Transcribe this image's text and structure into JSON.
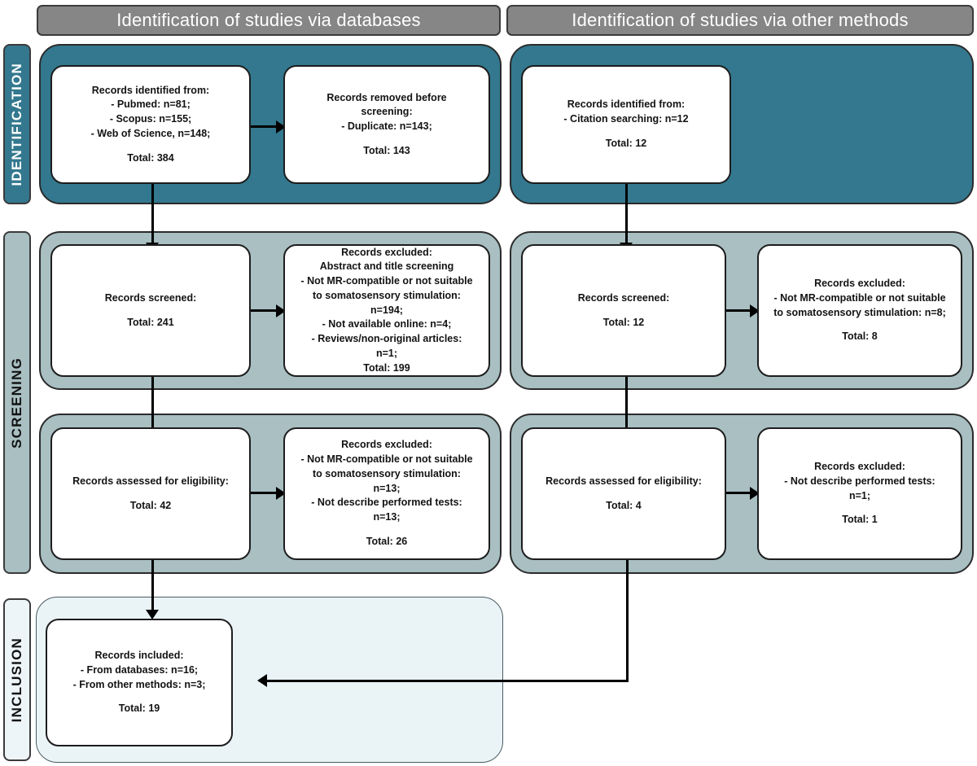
{
  "figure": {
    "type": "prisma-flow-diagram",
    "title": "PRISMA 2020 flow diagram"
  },
  "columns": {
    "databases_header": "Identification of studies via databases",
    "other_header": "Identification of studies via other methods"
  },
  "stages": [
    {
      "key": "identification",
      "label": "IDENTIFICATION",
      "color": "#33788f"
    },
    {
      "key": "screening",
      "label": "SCREENING",
      "color": "#a9bfc2"
    },
    {
      "key": "inclusion",
      "label": "INCLUSION",
      "color": "#eef5f8"
    }
  ],
  "boxes": {
    "db_identified": {
      "name": "records-identified-databases",
      "lines": [
        "Records identified from:",
        "- Pubmed: n=81;",
        "- Scopus: n=155;",
        "- Web of Science, n=148;",
        "",
        "Total: 384"
      ]
    },
    "db_removed": {
      "name": "records-removed-before-screening",
      "lines": [
        "Records removed before",
        "screening:",
        "- Duplicate: n=143;",
        "",
        "Total: 143"
      ]
    },
    "other_identified": {
      "name": "records-identified-other-methods",
      "lines": [
        "Records identified from:",
        "- Citation searching: n=12",
        "",
        "Total: 12"
      ]
    },
    "db_screened": {
      "name": "records-screened-databases",
      "lines": [
        "Records screened:",
        "",
        "Total: 241"
      ]
    },
    "db_excluded_screening": {
      "name": "records-excluded-screening-databases",
      "lines": [
        "Records excluded:",
        "Abstract and title screening",
        "- Not MR-compatible or not suitable",
        "to somatosensory stimulation:",
        "n=194;",
        "- Not available online: n=4;",
        "- Reviews/non-original articles:",
        "n=1;",
        "Total: 199"
      ]
    },
    "other_screened": {
      "name": "records-screened-other-methods",
      "lines": [
        "Records screened:",
        "",
        "Total: 12"
      ]
    },
    "other_excluded_screening": {
      "name": "records-excluded-screening-other-methods",
      "lines": [
        "Records excluded:",
        "- Not MR-compatible or not suitable",
        "to somatosensory stimulation: n=8;",
        "",
        "Total: 8"
      ]
    },
    "db_eligibility": {
      "name": "records-assessed-eligibility-databases",
      "lines": [
        "Records assessed for eligibility:",
        "",
        "Total: 42"
      ]
    },
    "db_excluded_eligibility": {
      "name": "records-excluded-eligibility-databases",
      "lines": [
        "Records excluded:",
        "- Not MR-compatible or not suitable",
        "to somatosensory stimulation:",
        "n=13;",
        "-    Not describe performed tests:",
        "n=13;",
        "",
        "Total: 26"
      ]
    },
    "other_eligibility": {
      "name": "records-assessed-eligibility-other-methods",
      "lines": [
        "Records assessed for eligibility:",
        "",
        "Total: 4"
      ]
    },
    "other_excluded_eligibility": {
      "name": "records-excluded-eligibility-other-methods",
      "lines": [
        "Records excluded:",
        "- Not describe performed tests:",
        "n=1;",
        "",
        "Total: 1"
      ]
    },
    "included": {
      "name": "records-included",
      "lines": [
        "Records included:",
        "- From databases: n=16;",
        "- From other methods: n=3;",
        "",
        "Total: 19"
      ]
    }
  },
  "chart_data": {
    "type": "diagram",
    "title": "PRISMA 2020 flow of information through the review",
    "nodes": [
      {
        "id": "db_identified",
        "stage": "Identification",
        "source": "databases",
        "total": 384,
        "breakdown": {
          "Pubmed": 81,
          "Scopus": 155,
          "Web of Science": 148
        }
      },
      {
        "id": "db_removed",
        "stage": "Identification",
        "source": "databases",
        "total": 143,
        "breakdown": {
          "Duplicate": 143
        }
      },
      {
        "id": "other_identified",
        "stage": "Identification",
        "source": "other methods",
        "total": 12,
        "breakdown": {
          "Citation searching": 12
        }
      },
      {
        "id": "db_screened",
        "stage": "Screening",
        "source": "databases",
        "total": 241
      },
      {
        "id": "db_excluded_screening",
        "stage": "Screening",
        "source": "databases",
        "total": 199,
        "breakdown": {
          "Not MR-compatible or not suitable to somatosensory stimulation": 194,
          "Not available online": 4,
          "Reviews/non-original articles": 1
        }
      },
      {
        "id": "other_screened",
        "stage": "Screening",
        "source": "other methods",
        "total": 12
      },
      {
        "id": "other_excluded_screening",
        "stage": "Screening",
        "source": "other methods",
        "total": 8,
        "breakdown": {
          "Not MR-compatible or not suitable to somatosensory stimulation": 8
        }
      },
      {
        "id": "db_eligibility",
        "stage": "Screening",
        "source": "databases",
        "total": 42
      },
      {
        "id": "db_excluded_eligibility",
        "stage": "Screening",
        "source": "databases",
        "total": 26,
        "breakdown": {
          "Not MR-compatible or not suitable to somatosensory stimulation": 13,
          "Not describe performed tests": 13
        }
      },
      {
        "id": "other_eligibility",
        "stage": "Screening",
        "source": "other methods",
        "total": 4
      },
      {
        "id": "other_excluded_eligibility",
        "stage": "Screening",
        "source": "other methods",
        "total": 1,
        "breakdown": {
          "Not describe performed tests": 1
        }
      },
      {
        "id": "included",
        "stage": "Inclusion",
        "total": 19,
        "breakdown": {
          "From databases": 16,
          "From other methods": 3
        }
      }
    ],
    "edges": [
      {
        "from": "db_identified",
        "to": "db_removed"
      },
      {
        "from": "db_identified",
        "to": "db_screened"
      },
      {
        "from": "db_screened",
        "to": "db_excluded_screening"
      },
      {
        "from": "db_screened",
        "to": "db_eligibility"
      },
      {
        "from": "db_eligibility",
        "to": "db_excluded_eligibility"
      },
      {
        "from": "db_eligibility",
        "to": "included"
      },
      {
        "from": "other_identified",
        "to": "other_screened"
      },
      {
        "from": "other_screened",
        "to": "other_excluded_screening"
      },
      {
        "from": "other_screened",
        "to": "other_eligibility"
      },
      {
        "from": "other_eligibility",
        "to": "other_excluded_eligibility"
      },
      {
        "from": "other_eligibility",
        "to": "included"
      }
    ]
  },
  "colors": {
    "teal": "#33788f",
    "screening_blue_gray": "#a9bfc2",
    "inclusion_pale": "#eaf3f6",
    "header_gray": "#868686",
    "box_white": "#ffffff",
    "outline": "#1d1d1d"
  }
}
